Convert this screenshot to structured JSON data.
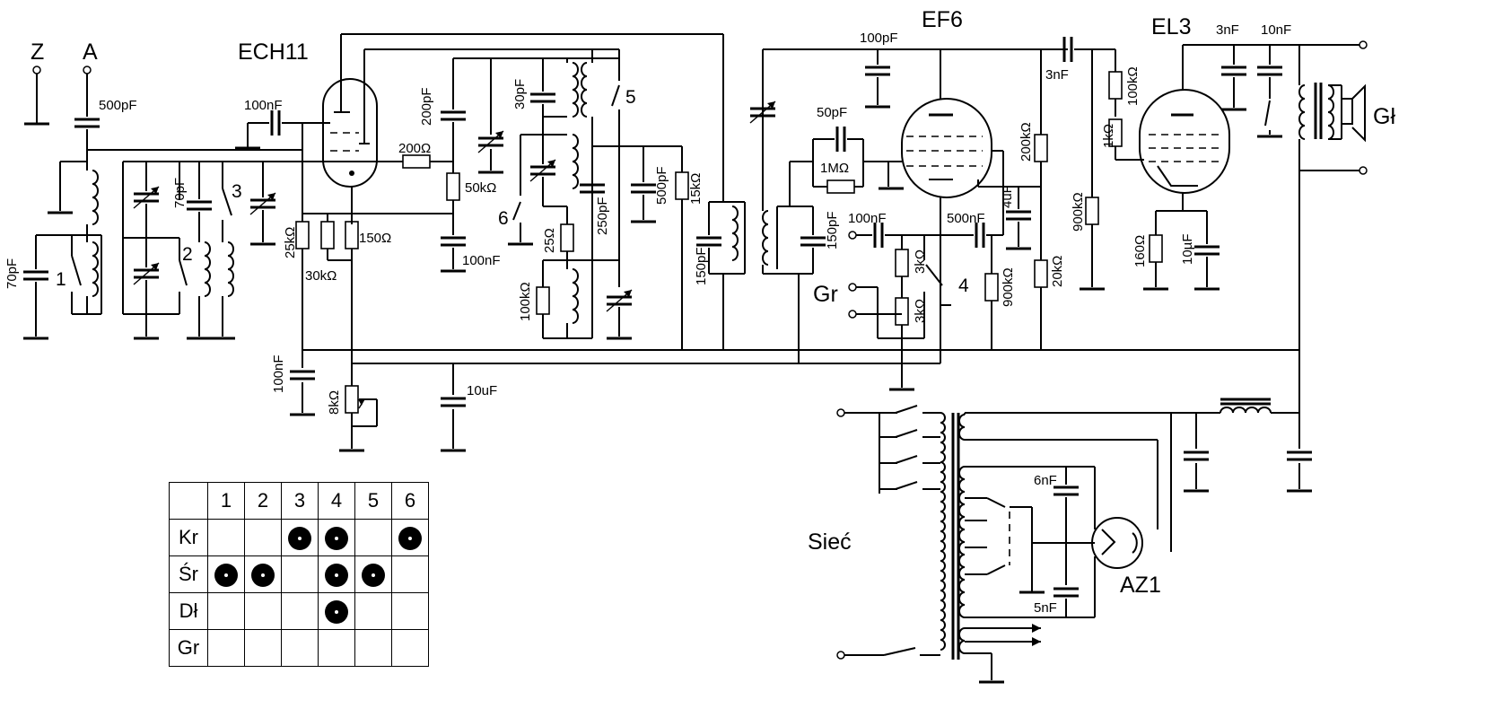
{
  "tubes": {
    "ech11": "ECH11",
    "ef6": "EF6",
    "el3": "EL3",
    "az1": "AZ1"
  },
  "terminals": {
    "earth": "Z",
    "antenna": "A",
    "gramophone": "Gr",
    "speaker": "Gł",
    "mains": "Sieć"
  },
  "capacitors": {
    "c_ant": "500pF",
    "c_70_left": "70pF",
    "c_70_osc": "70pF",
    "c_100n_grid": "100nF",
    "c_200p": "200pF",
    "c_30p": "30pF",
    "c_100n_lo": "100nF",
    "c_100n_cath": "100nF",
    "c_10u": "10uF",
    "c_250p": "250pF",
    "c_500p": "500pF",
    "c_150p_a": "150pF",
    "c_150p_b": "150pF",
    "c_100p": "100pF",
    "c_50p": "50pF",
    "c_100n_gr": "100nF",
    "c_500n": "500nF",
    "c_4u": "4uF",
    "c_3n_cpl": "3nF",
    "c_3n_out": "3nF",
    "c_10n": "10nF",
    "c_10uF": "10µF",
    "c_6n": "6nF",
    "c_5n": "5nF"
  },
  "resistors": {
    "r200": "200Ω",
    "r50k": "50kΩ",
    "r25k": "25kΩ",
    "r30k": "30kΩ",
    "r150": "150Ω",
    "r25": "25Ω",
    "r100k_osc": "100kΩ",
    "r15k": "15kΩ",
    "r8k": "8kΩ",
    "r1M": "1MΩ",
    "r3k_a": "3kΩ",
    "r3k_b": "3kΩ",
    "r900k_a": "900kΩ",
    "r200k": "200kΩ",
    "r20k": "20kΩ",
    "r900k_b": "900kΩ",
    "r100k_g": "100kΩ",
    "r1k": "1kΩ",
    "r160": "160Ω"
  },
  "switch_numbers": {
    "s1": "1",
    "s2": "2",
    "s3": "3",
    "s4": "4",
    "s5": "5",
    "s6": "6"
  },
  "switch_table": {
    "columns": [
      "1",
      "2",
      "3",
      "4",
      "5",
      "6"
    ],
    "rows": [
      {
        "label": "Kr",
        "closed": [
          false,
          false,
          true,
          true,
          false,
          true
        ]
      },
      {
        "label": "Śr",
        "closed": [
          true,
          true,
          false,
          true,
          true,
          false
        ]
      },
      {
        "label": "Dł",
        "closed": [
          false,
          false,
          false,
          true,
          false,
          false
        ]
      },
      {
        "label": "Gr",
        "closed": [
          false,
          false,
          false,
          false,
          false,
          false
        ]
      }
    ]
  }
}
